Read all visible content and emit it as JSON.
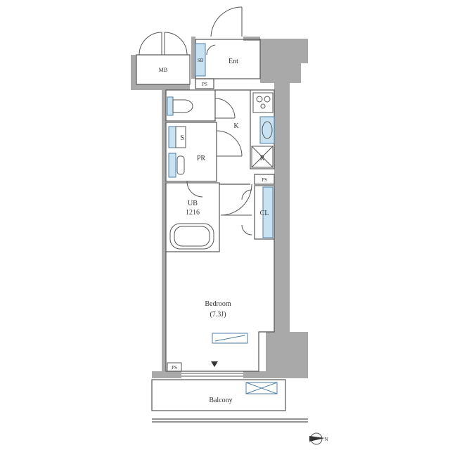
{
  "colors": {
    "wall": "#a9a9a9",
    "line": "#555555",
    "fixture_blue": "#c8e2f2",
    "fixture_stroke": "#4d7fa8",
    "background": "#ffffff"
  },
  "rooms": {
    "mb": "MB",
    "sb": "SB",
    "ent": "Ent",
    "ps_top": "PS",
    "kitchen": "K",
    "shelf": "S",
    "powder_room": "PR",
    "refrigerator": "R",
    "ps_mid": "PS",
    "closet": "CL",
    "unit_bath": "UB",
    "unit_bath_size": "1216",
    "bedroom": "Bedroom",
    "bedroom_size": "(7.3J)",
    "ps_bottom": "PS",
    "balcony": "Balcony"
  },
  "compass": {
    "icon": "north-arrow-icon",
    "letter": "N"
  }
}
